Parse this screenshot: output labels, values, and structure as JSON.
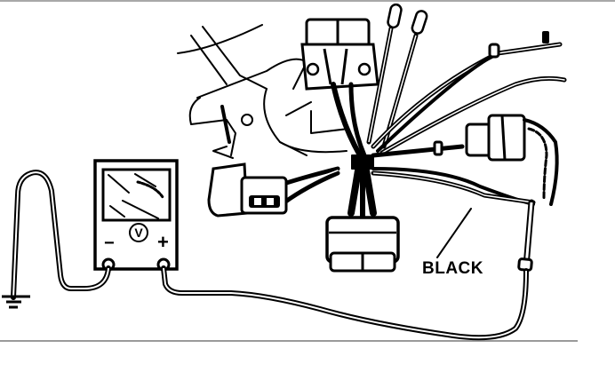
{
  "figure": {
    "type": "wiring-diagram-illustration",
    "description": "Voltmeter connected between chassis ground and a BLACK wire probe in a wiring harness with connectors",
    "labels": {
      "wire_color": "BLACK",
      "meter_symbol": "V",
      "negative_terminal": "−",
      "positive_terminal": "+"
    },
    "components": [
      {
        "name": "voltmeter",
        "symbol": "V"
      },
      {
        "name": "ground-symbol"
      },
      {
        "name": "harness-connector-top"
      },
      {
        "name": "harness-connector-bottom"
      },
      {
        "name": "harness-connector-left"
      },
      {
        "name": "harness-connector-right"
      },
      {
        "name": "back-probe-black-wire"
      }
    ],
    "colors": {
      "ink": "#000000",
      "background": "#ffffff",
      "frame": "#a8a8a8"
    }
  }
}
